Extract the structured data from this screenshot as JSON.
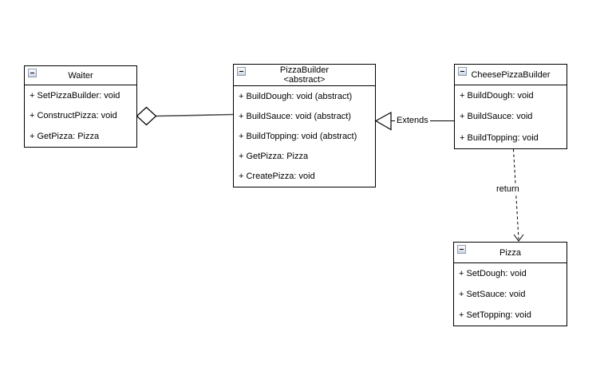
{
  "diagram": {
    "background_color": "#ffffff",
    "line_color": "#000000",
    "icons": {
      "collapse": "minus-square-icon"
    },
    "classes": [
      {
        "name": "Waiter",
        "stereotype": "",
        "methods": [
          "+ SetPizzaBuilder: void",
          "+ ConstructPizza: void",
          "+ GetPizza: Pizza"
        ]
      },
      {
        "name": "PizzaBuilder",
        "stereotype": "<abstract>",
        "methods": [
          "+ BuildDough: void (abstract)",
          "+ BuildSauce: void (abstract)",
          "+ BuildTopping: void (abstract)",
          "+ GetPizza: Pizza",
          "+ CreatePizza: void"
        ]
      },
      {
        "name": "CheesePizzaBuilder",
        "stereotype": "",
        "methods": [
          "+ BuildDough: void",
          "+ BuildSauce: void",
          "+ BuildTopping: void"
        ]
      },
      {
        "name": "Pizza",
        "stereotype": "",
        "methods": [
          "+ SetDough: void",
          "+ SetSauce: void",
          "+ SetTopping: void"
        ]
      }
    ],
    "connectors": [
      {
        "type": "aggregation",
        "from": "Waiter",
        "to": "PizzaBuilder",
        "label": ""
      },
      {
        "type": "inheritance",
        "from": "CheesePizzaBuilder",
        "to": "PizzaBuilder",
        "label": "Extends"
      },
      {
        "type": "dashed-dependency",
        "from": "CheesePizzaBuilder",
        "to": "Pizza",
        "label": "return"
      }
    ]
  }
}
